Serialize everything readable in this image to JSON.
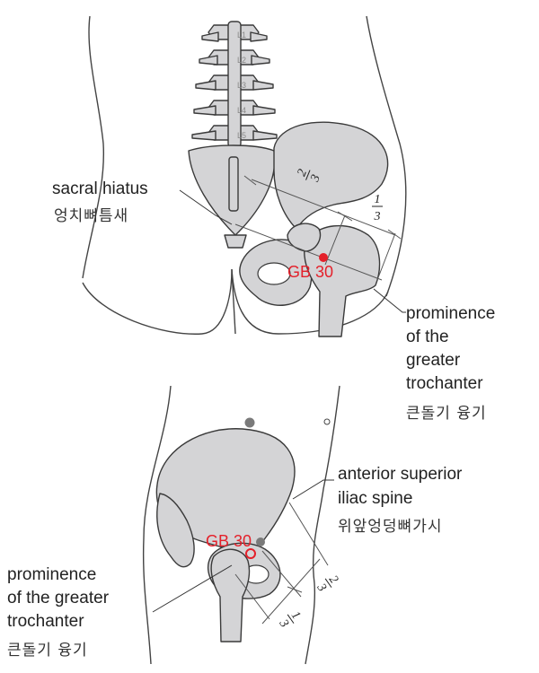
{
  "top_view": {
    "vertebrae": [
      "L1",
      "L2",
      "L3",
      "L4",
      "L5"
    ],
    "sacral_hiatus_en": "sacral hiatus",
    "sacral_hiatus_ko": "엉치뼈틈새",
    "fraction_two_thirds": [
      "2",
      "3"
    ],
    "fraction_one_third": [
      "1",
      "3"
    ],
    "point_label": "GB 30",
    "trochanter_lines": [
      "prominence",
      "of the",
      "greater",
      "trochanter"
    ],
    "trochanter_ko": "큰돌기 융기"
  },
  "side_view": {
    "asis_lines": [
      "anterior superior",
      "iliac spine"
    ],
    "asis_ko": "위앞엉덩뼈가시",
    "point_label": "GB 30",
    "fraction_two_thirds": [
      "2",
      "3"
    ],
    "fraction_one_third": [
      "1",
      "3"
    ],
    "trochanter_lines": [
      "prominence",
      "of the greater",
      "trochanter"
    ],
    "trochanter_ko": "큰돌기 융기"
  },
  "colors": {
    "accent": "#e4202a",
    "bone": "#d4d4d6",
    "marker": "#7a7a7a"
  }
}
